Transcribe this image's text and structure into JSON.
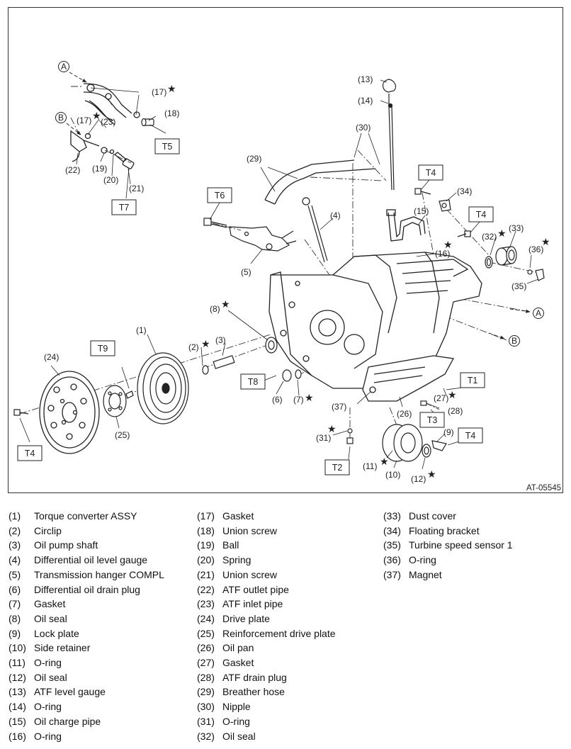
{
  "diagram": {
    "code": "AT-05545",
    "star": "★",
    "arrows": {
      "a": "A",
      "b": "B"
    },
    "torque": {
      "t1": "T1",
      "t2": "T2",
      "t3": "T3",
      "t4": "T4",
      "t5": "T5",
      "t6": "T6",
      "t7": "T7",
      "t8": "T8",
      "t9": "T9"
    },
    "callouts": {
      "c1": "(1)",
      "c2": "(2)",
      "c3": "(3)",
      "c4": "(4)",
      "c5": "(5)",
      "c6": "(6)",
      "c7": "(7)",
      "c8": "(8)",
      "c9": "(9)",
      "c10": "(10)",
      "c11": "(11)",
      "c12": "(12)",
      "c13": "(13)",
      "c14": "(14)",
      "c15": "(15)",
      "c16": "(16)",
      "c17": "(17)",
      "c18": "(18)",
      "c19": "(19)",
      "c20": "(20)",
      "c21": "(21)",
      "c22": "(22)",
      "c23": "(23)",
      "c24": "(24)",
      "c25": "(25)",
      "c26": "(26)",
      "c27": "(27)",
      "c28": "(28)",
      "c29": "(29)",
      "c30": "(30)",
      "c31": "(31)",
      "c32": "(32)",
      "c33": "(33)",
      "c34": "(34)",
      "c35": "(35)",
      "c36": "(36)",
      "c37": "(37)"
    }
  },
  "legend": {
    "col1": [
      {
        "num": "(1)",
        "name": "Torque converter ASSY"
      },
      {
        "num": "(2)",
        "name": "Circlip"
      },
      {
        "num": "(3)",
        "name": "Oil pump shaft"
      },
      {
        "num": "(4)",
        "name": "Differential oil level gauge"
      },
      {
        "num": "(5)",
        "name": "Transmission hanger COMPL"
      },
      {
        "num": "(6)",
        "name": "Differential oil drain plug"
      },
      {
        "num": "(7)",
        "name": "Gasket"
      },
      {
        "num": "(8)",
        "name": "Oil seal"
      },
      {
        "num": "(9)",
        "name": "Lock plate"
      },
      {
        "num": "(10)",
        "name": "Side retainer"
      },
      {
        "num": "(11)",
        "name": "O-ring"
      },
      {
        "num": "(12)",
        "name": "Oil seal"
      },
      {
        "num": "(13)",
        "name": "ATF level gauge"
      },
      {
        "num": "(14)",
        "name": "O-ring"
      },
      {
        "num": "(15)",
        "name": "Oil charge pipe"
      },
      {
        "num": "(16)",
        "name": "O-ring"
      }
    ],
    "col2": [
      {
        "num": "(17)",
        "name": "Gasket"
      },
      {
        "num": "(18)",
        "name": "Union screw"
      },
      {
        "num": "(19)",
        "name": "Ball"
      },
      {
        "num": "(20)",
        "name": "Spring"
      },
      {
        "num": "(21)",
        "name": "Union screw"
      },
      {
        "num": "(22)",
        "name": "ATF outlet pipe"
      },
      {
        "num": "(23)",
        "name": "ATF inlet pipe"
      },
      {
        "num": "(24)",
        "name": "Drive plate"
      },
      {
        "num": "(25)",
        "name": "Reinforcement drive plate"
      },
      {
        "num": "(26)",
        "name": "Oil pan"
      },
      {
        "num": "(27)",
        "name": "Gasket"
      },
      {
        "num": "(28)",
        "name": "ATF drain plug"
      },
      {
        "num": "(29)",
        "name": "Breather hose"
      },
      {
        "num": "(30)",
        "name": "Nipple"
      },
      {
        "num": "(31)",
        "name": "O-ring"
      },
      {
        "num": "(32)",
        "name": "Oil seal"
      }
    ],
    "col3": [
      {
        "num": "(33)",
        "name": "Dust cover"
      },
      {
        "num": "(34)",
        "name": "Floating bracket"
      },
      {
        "num": "(35)",
        "name": "Turbine speed sensor 1"
      },
      {
        "num": "(36)",
        "name": "O-ring"
      },
      {
        "num": "(37)",
        "name": "Magnet"
      }
    ]
  }
}
